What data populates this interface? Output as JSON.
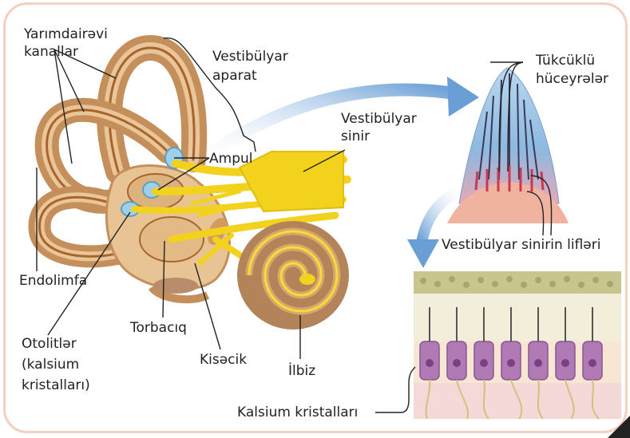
{
  "labels": {
    "semicircular_line1": "Yarımdairəvi",
    "semicircular_line2": "kanallar",
    "vestibular_apparatus_line1": "Vestibülyar",
    "vestibular_apparatus_line2": "aparat",
    "ampul": "Ampul",
    "vestibular_nerve_line1": "Vestibülyar",
    "vestibular_nerve_line2": "sinir",
    "hair_cells_line1": "Tükcüklü",
    "hair_cells_line2": "hüceyrələr",
    "nerve_fibers": "Vestibülyar sinirin lifləri",
    "endolymph": "Endolimfa",
    "otoliths_line1": "Otolitlər",
    "otoliths_line2": "(kalsium",
    "otoliths_line3": "kristalları)",
    "torbaciq": "Torbacıq",
    "kisecik": "Kisəcik",
    "ilbiz": "İlbiz",
    "calcium_crystals": "Kalsium kristalları"
  },
  "colors": {
    "border": "#f6cfc0",
    "canal_outer": "#c58f5c",
    "canal_inner": "#e9c597",
    "nerve": "#f2d21d",
    "arrow": "#6a9fd6",
    "cochlea": "#b3835a",
    "cell_purple": "#b07bb5"
  }
}
